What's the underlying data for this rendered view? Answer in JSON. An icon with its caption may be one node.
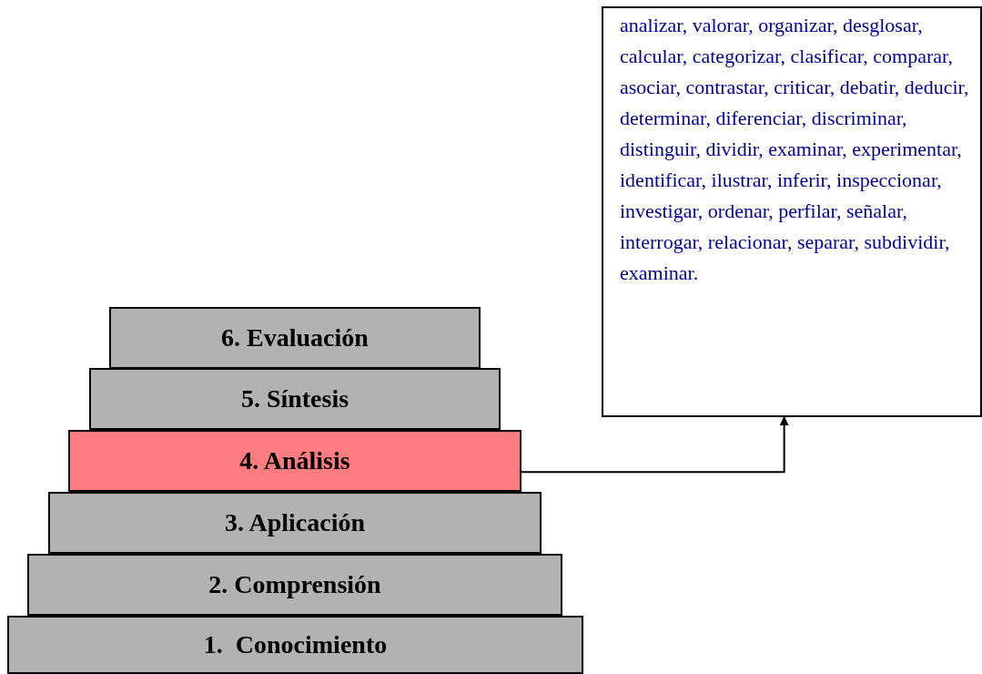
{
  "diagram": {
    "nodes": [
      {
        "text": [
          "analizar, valorar, organizar, desglosar, calcular, categorizar, clasificar, comparar, asociar, contrastar, criticar, debatir, deducir, determinar, diferenciar, discriminar, distinguir, dividir, examinar, experimentar, identificar, ilustrar, inferir, inspeccionar, investigar, ordenar, perfilar, señalar, interrogar, relacionar, separar, subdividir, examinar."
        ]
      },
      {
        "text": [
          "6. Evaluación"
        ]
      },
      {
        "text": [
          "5. Síntesis"
        ]
      },
      {
        "text": [
          "4. Análisis"
        ]
      },
      {
        "text": [
          "3. Aplicación"
        ]
      },
      {
        "text": [
          "2. Comprensión"
        ]
      },
      {
        "text": [
          "1.  Conocimiento"
        ]
      }
    ],
    "edges": [
      {
        "from": 3,
        "to": 0,
        "arrow": "to"
      }
    ]
  }
}
